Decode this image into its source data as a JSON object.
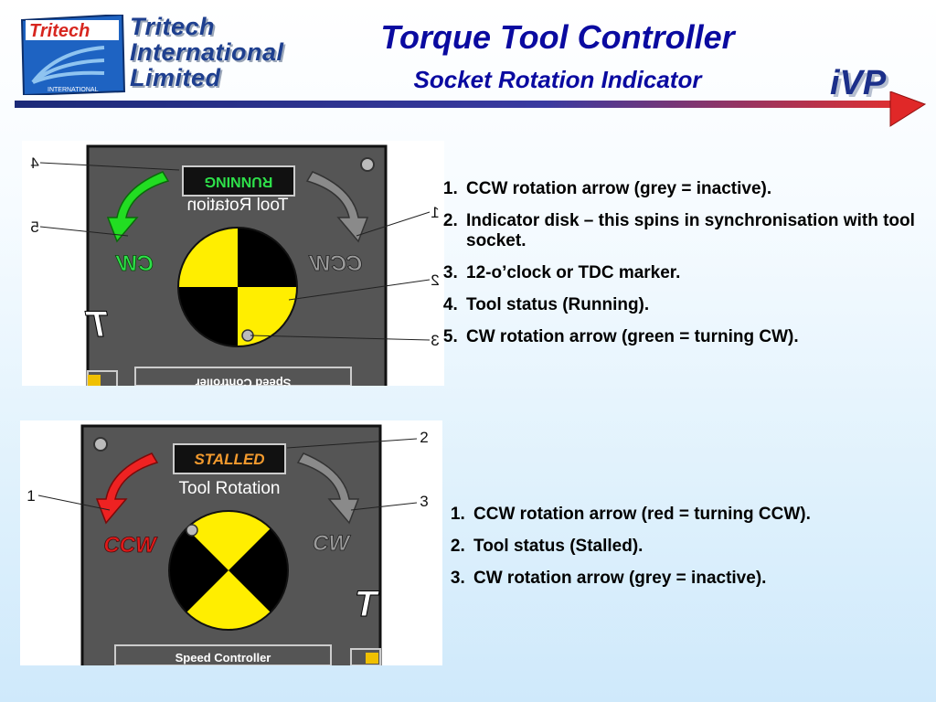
{
  "logo": {
    "badge_text": "Tritech",
    "badge_subtext": "INTERNATIONAL",
    "lines": [
      "Tritech",
      "International",
      "Limited"
    ]
  },
  "header": {
    "title": "Torque Tool Controller",
    "subtitle": "Socket Rotation Indicator",
    "ivp_logo": "iVP"
  },
  "panel_top": {
    "status": "RUNNING",
    "heading": "Tool Rotation",
    "left_label": "CW",
    "right_label": "CCW",
    "big_letter": "T",
    "bottom_label": "Speed Controller",
    "callouts": [
      "4",
      "5",
      "1",
      "2",
      "3"
    ],
    "left_arrow_color": "#22dd22",
    "right_arrow_color": "#8a8a8a",
    "mirrored": true
  },
  "panel_bottom": {
    "status": "STALLED",
    "heading": "Tool Rotation",
    "left_label": "CCW",
    "right_label": "CW",
    "big_letter": "T",
    "bottom_label": "Speed Controller",
    "callouts": [
      "1",
      "2",
      "3"
    ],
    "left_arrow_color": "#ee2222",
    "right_arrow_color": "#8a8a8a",
    "status_color": "#f29a2e"
  },
  "notes_top": [
    "CCW rotation arrow (grey = inactive).",
    "Indicator disk – this spins in synchronisation with tool socket.",
    "12-o’clock or TDC marker.",
    "Tool status (Running).",
    "CW rotation arrow (green = turning CW)."
  ],
  "notes_bottom": [
    "CCW rotation arrow (red = turning CCW).",
    "Tool status (Stalled).",
    "CW rotation arrow (grey = inactive)."
  ],
  "colors": {
    "title": "#0a0aa0",
    "panel_bg": "#555555",
    "disk_yellow": "#ffee00",
    "disk_black": "#000000"
  }
}
